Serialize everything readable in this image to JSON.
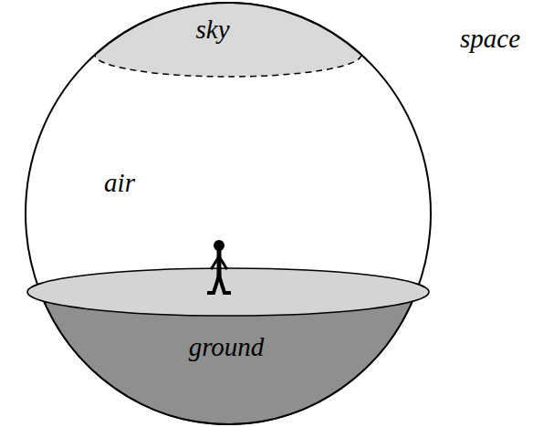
{
  "diagram": {
    "nodes": [
      {
        "text": [
          "air"
        ]
      },
      {
        "text": [
          "sky"
        ],
        "in": 0
      },
      {
        "text": [
          "ground"
        ],
        "in": 0
      }
    ],
    "labels": [
      "space"
    ]
  }
}
